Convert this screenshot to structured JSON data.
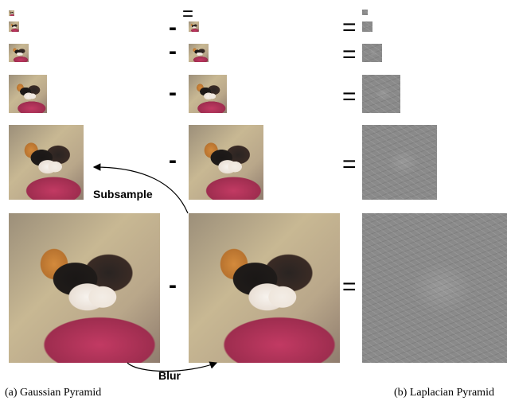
{
  "operators": {
    "minus": "-",
    "equals": "="
  },
  "labels": {
    "subsample": "Subsample",
    "blur": "Blur"
  },
  "captions": {
    "left": "(a) Gaussian Pyramid",
    "right": "(b) Laplacian Pyramid"
  }
}
